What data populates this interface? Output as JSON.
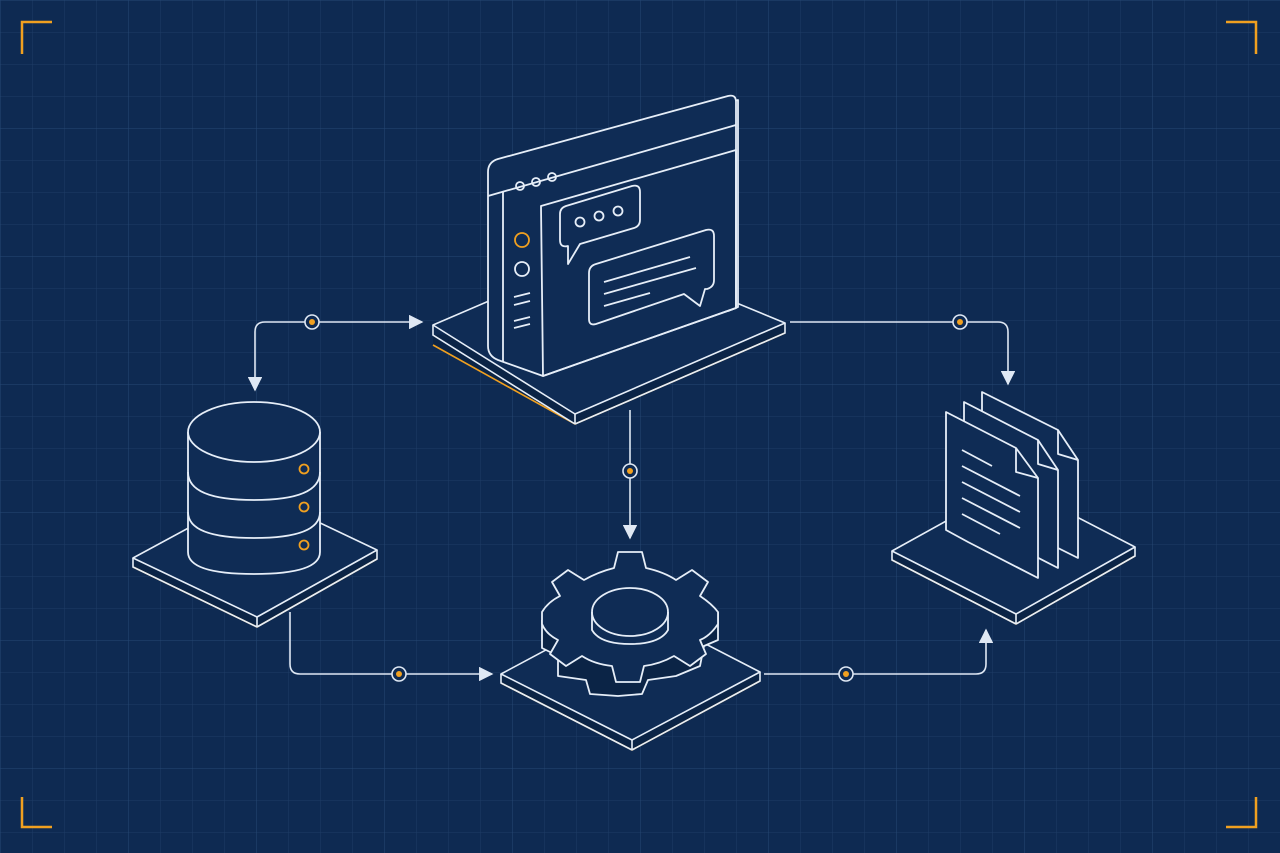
{
  "diagram": {
    "theme": {
      "background": "#0e2a52",
      "grid_line": "#1e3c66",
      "grid_major": "#244672",
      "stroke": "#e6eef8",
      "accent": "#f0a020",
      "node_fill": "#0f2c55",
      "node_side": "#0b2446"
    },
    "nodes": [
      {
        "id": "database",
        "icon": "database-icon"
      },
      {
        "id": "app-window",
        "icon": "chat-window-icon"
      },
      {
        "id": "processing",
        "icon": "gear-icon"
      },
      {
        "id": "documents",
        "icon": "documents-icon"
      }
    ],
    "connections": [
      {
        "from": "database",
        "to": "app-window"
      },
      {
        "from": "app-window",
        "to": "database"
      },
      {
        "from": "app-window",
        "to": "processing"
      },
      {
        "from": "app-window",
        "to": "documents"
      },
      {
        "from": "database",
        "to": "processing"
      },
      {
        "from": "processing",
        "to": "documents"
      }
    ]
  }
}
